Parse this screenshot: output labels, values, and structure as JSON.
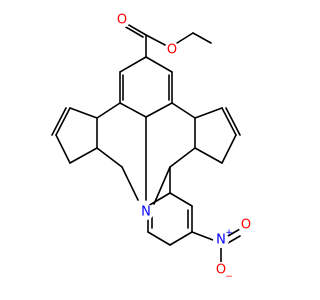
{
  "molecule": {
    "atoms": {
      "ester_carbonyl_o": {
        "symbol": "O",
        "color": "#ff0000"
      },
      "ester_o": {
        "symbol": "O",
        "color": "#ff0000"
      },
      "ring_n": {
        "symbol": "N",
        "color": "#0000ff"
      },
      "nitro_n": {
        "symbol": "N",
        "color": "#0000ff",
        "charge": "+"
      },
      "nitro_o_top": {
        "symbol": "O",
        "color": "#ff0000"
      },
      "nitro_o_bottom": {
        "symbol": "O",
        "color": "#ff0000",
        "charge": "−"
      }
    },
    "bond_color": "#000000"
  }
}
